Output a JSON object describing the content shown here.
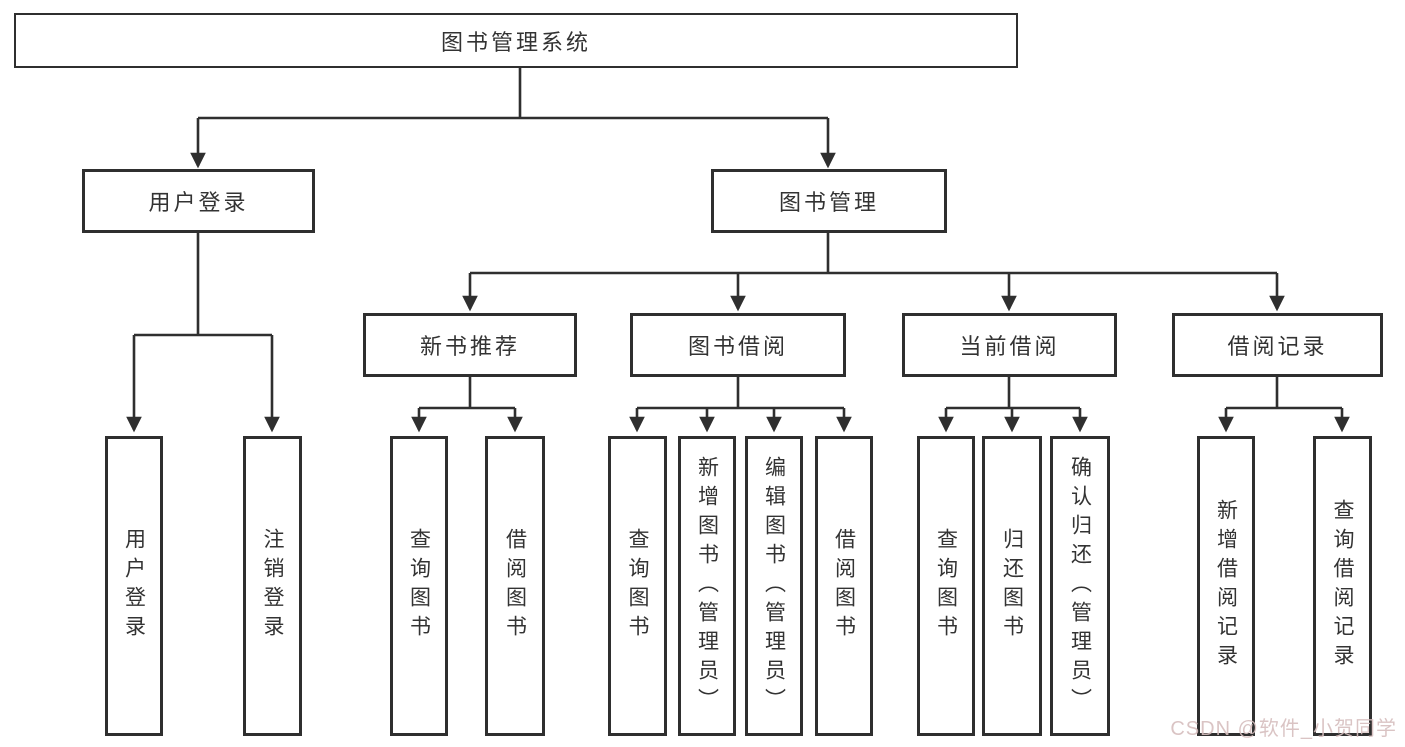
{
  "diagram": {
    "root": {
      "label": "图书管理系统"
    },
    "branches": [
      {
        "label": "用户登录",
        "children": [
          {
            "label": "用户登录"
          },
          {
            "label": "注销登录"
          }
        ]
      },
      {
        "label": "图书管理",
        "children": [
          {
            "label": "新书推荐",
            "children": [
              {
                "label": "查询图书"
              },
              {
                "label": "借阅图书"
              }
            ]
          },
          {
            "label": "图书借阅",
            "children": [
              {
                "label": "查询图书"
              },
              {
                "label": "新增图书（管理员）"
              },
              {
                "label": "编辑图书（管理员）"
              },
              {
                "label": "借阅图书"
              }
            ]
          },
          {
            "label": "当前借阅",
            "children": [
              {
                "label": "查询图书"
              },
              {
                "label": "归还图书"
              },
              {
                "label": "确认归还（管理员）"
              }
            ]
          },
          {
            "label": "借阅记录",
            "children": [
              {
                "label": "新增借阅记录"
              },
              {
                "label": "查询借阅记录"
              }
            ]
          }
        ]
      }
    ]
  },
  "watermark": {
    "text": "CSDN @软件_小贺同学"
  },
  "colors": {
    "line": "#2f2f2f",
    "text": "#333333",
    "watermark": "#d6bebe",
    "background": "#ffffff"
  }
}
